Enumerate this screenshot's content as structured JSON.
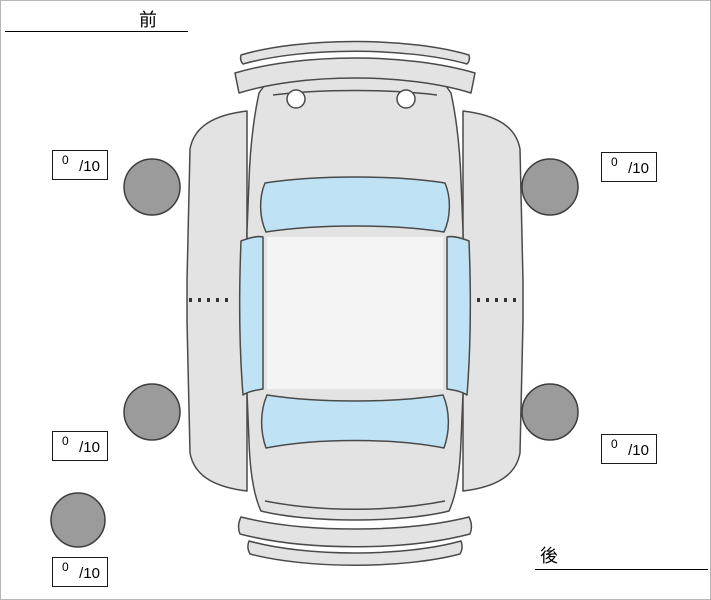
{
  "labels": {
    "front": "前",
    "rear": "後"
  },
  "scores": {
    "front_left": {
      "value": "0",
      "max": "/10"
    },
    "front_right": {
      "value": "0",
      "max": "/10"
    },
    "rear_left": {
      "value": "0",
      "max": "/10"
    },
    "rear_right": {
      "value": "0",
      "max": "/10"
    },
    "spare": {
      "value": "0",
      "max": "/10"
    }
  },
  "colors": {
    "body": "#e3e3e3",
    "roof": "#f4f4f4",
    "glass": "#bfe2f4",
    "tire": "#9b9b9b",
    "outline": "#4a4a4a"
  }
}
